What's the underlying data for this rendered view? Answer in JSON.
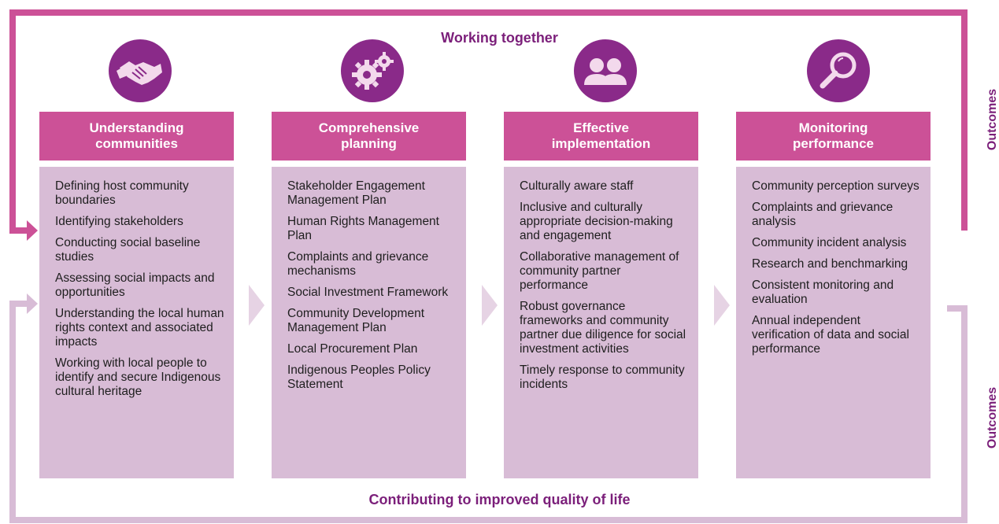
{
  "top_title": "Working together",
  "bottom_title": "Contributing to improved quality of life",
  "side_labels": [
    "Outcomes",
    "Outcomes"
  ],
  "colors": {
    "frame_top": "#cc5197",
    "frame_bottom": "#d8bcd6",
    "heading_bg": "#cc5197",
    "body_bg": "#d8bcd6",
    "icon_bg": "#8a2a89",
    "title_text": "#7b1f7a"
  },
  "stages": [
    {
      "icon": "handshake-icon",
      "heading": "Understanding communities",
      "items": [
        "Defining host community boundaries",
        "Identifying stakeholders",
        "Conducting social baseline studies",
        "Assessing social impacts and opportunities",
        "Understanding the local human rights context and associated impacts",
        "Working with local people to identify and secure Indigenous cultural heritage"
      ]
    },
    {
      "icon": "gears-icon",
      "heading": "Comprehensive planning",
      "items": [
        "Stakeholder Engagement Management Plan",
        "Human Rights Management Plan",
        "Complaints and grievance mechanisms",
        "Social Investment Framework",
        "Community Development Management Plan",
        "Local Procurement Plan",
        "Indigenous Peoples Policy Statement"
      ]
    },
    {
      "icon": "people-icon",
      "heading": "Effective implementation",
      "items": [
        "Culturally aware staff",
        "Inclusive and culturally appropriate decision-making and engagement",
        "Collaborative management of community partner performance",
        "Robust governance frameworks and community partner due diligence for social investment activities",
        "Timely response to community incidents"
      ]
    },
    {
      "icon": "magnifier-icon",
      "heading": "Monitoring performance",
      "items": [
        "Community perception surveys",
        "Complaints and grievance analysis",
        "Community incident analysis",
        "Research and benchmarking",
        "Consistent monitoring and evaluation",
        "Annual independent verification of data and social performance"
      ]
    }
  ]
}
